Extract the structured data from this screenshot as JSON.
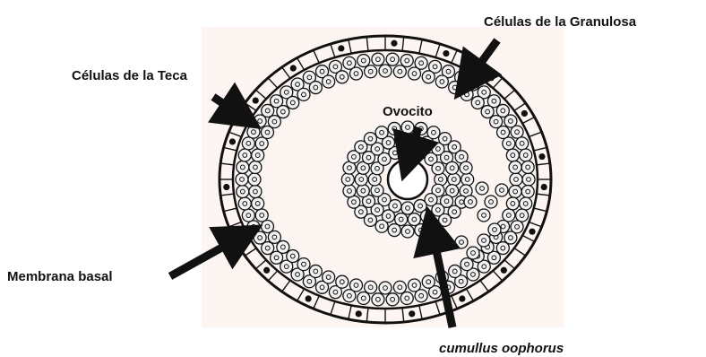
{
  "figure": {
    "labels": {
      "granulosa": "Células de la Granulosa",
      "teca": "Células de la Teca",
      "ovocito": "Ovocito",
      "membrana": "Membrana basal",
      "cumulus": "cumullus oophorus"
    },
    "colors": {
      "ink": "#111111",
      "cell_fill": "#f2f2f2",
      "background_tint": "#fbeee9"
    }
  }
}
